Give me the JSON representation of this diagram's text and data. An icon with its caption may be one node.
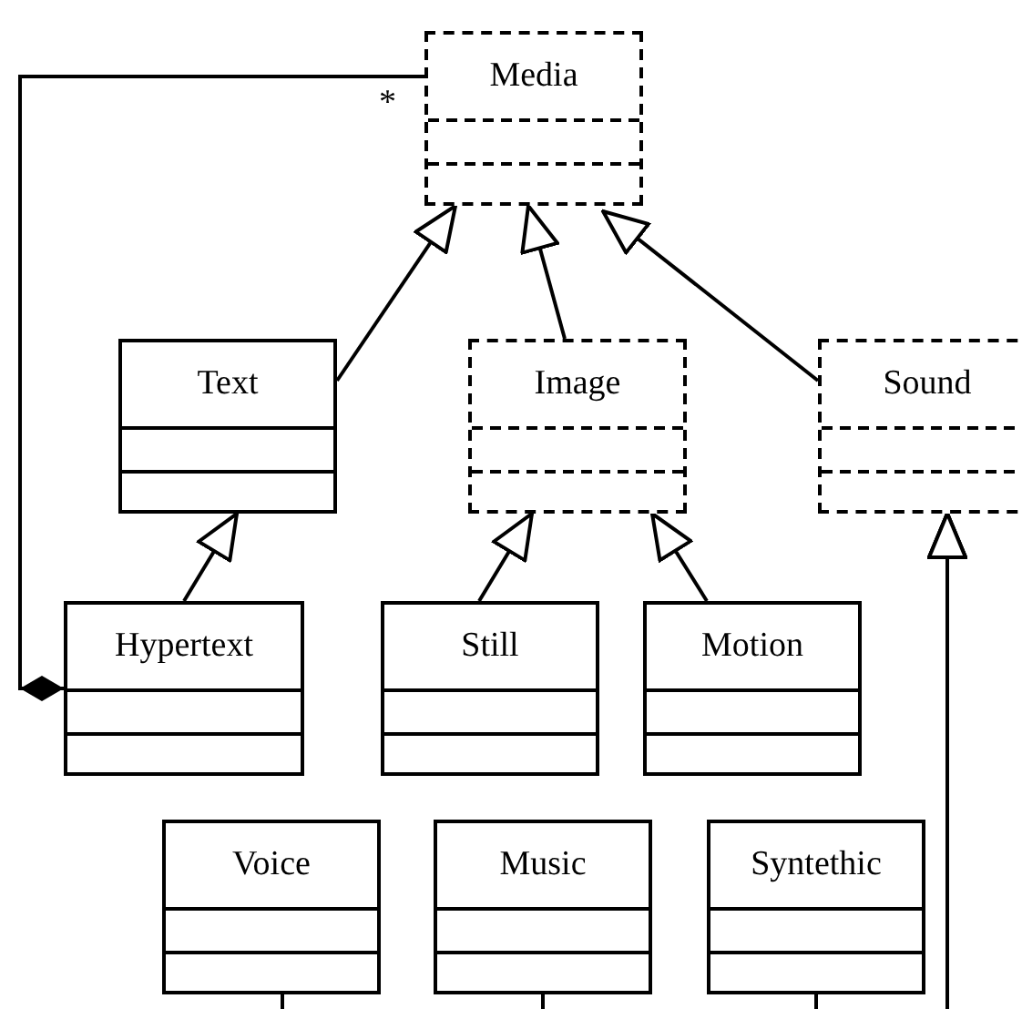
{
  "diagram": {
    "nodes": [
      {
        "text": [
          "Media"
        ]
      },
      {
        "text": [
          "Text"
        ]
      },
      {
        "text": [
          "Image"
        ]
      },
      {
        "text": [
          "Sound"
        ]
      },
      {
        "text": [
          "Hypertext"
        ]
      },
      {
        "text": [
          "Still"
        ]
      },
      {
        "text": [
          "Motion"
        ]
      },
      {
        "text": [
          "Voice"
        ]
      },
      {
        "text": [
          "Music"
        ]
      },
      {
        "text": [
          "Syntethic"
        ]
      }
    ],
    "edges": [
      {
        "from": 1,
        "to": 0,
        "arrow": "to"
      },
      {
        "from": 2,
        "to": 0,
        "arrow": "to"
      },
      {
        "from": 3,
        "to": 0,
        "arrow": "to"
      },
      {
        "from": 4,
        "to": 1,
        "arrow": "to"
      },
      {
        "from": 5,
        "to": 2,
        "arrow": "to"
      },
      {
        "from": 6,
        "to": 2,
        "arrow": "to"
      },
      {
        "from": 7,
        "to": 3,
        "arrow": "to"
      },
      {
        "from": 8,
        "to": 3,
        "arrow": "to"
      },
      {
        "from": 9,
        "to": 3,
        "arrow": "to"
      },
      {
        "from": 4,
        "to": 0,
        "arrow": "other"
      }
    ],
    "labels": [
      "*"
    ]
  }
}
